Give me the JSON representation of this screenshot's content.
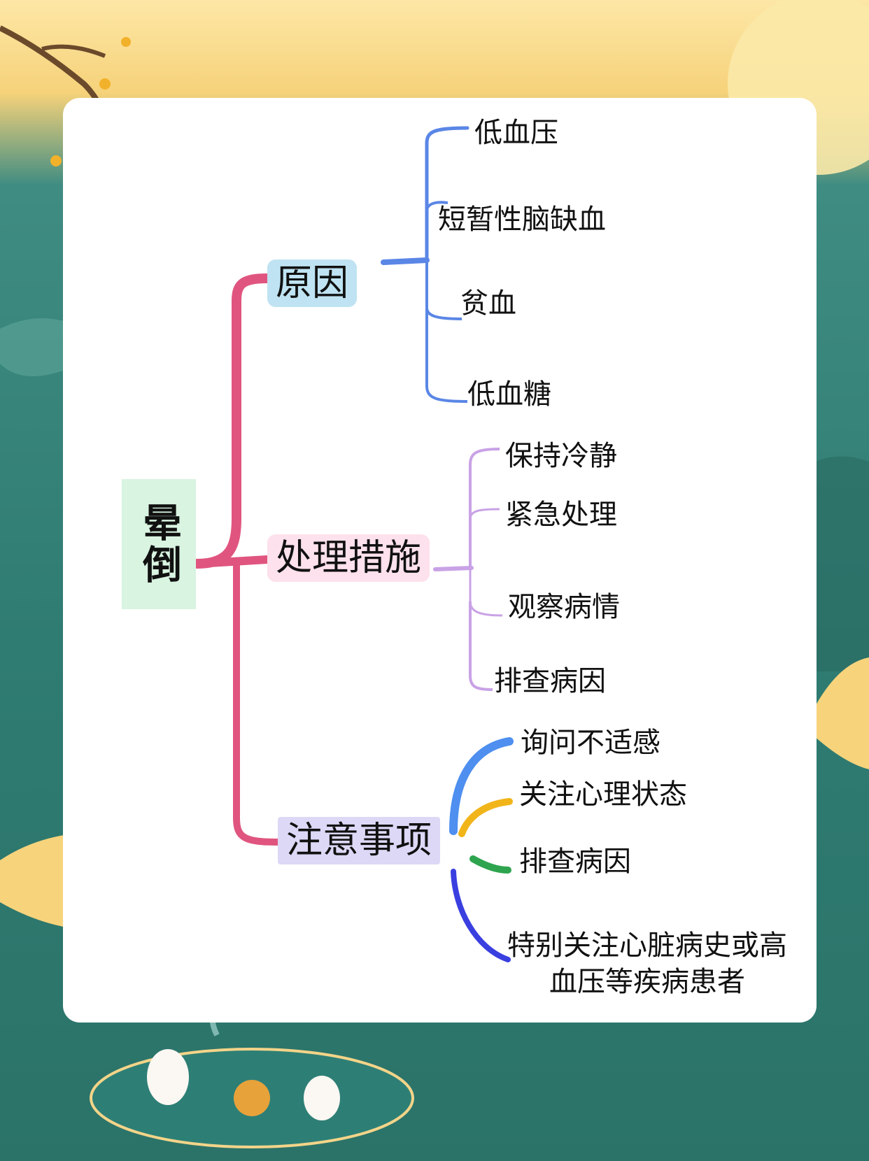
{
  "colors": {
    "root_box": "#d9f4e1",
    "trunk": "#e0557f",
    "cause_box": "#bfe3f2",
    "cause_lines": "#5a86e6",
    "treat_box": "#fde1ec",
    "treat_lines": "#c9a2e6",
    "note_box": "#ddd8f6",
    "note_line_1": "#4e8ff0",
    "note_line_2": "#f1b51a",
    "note_line_3": "#2ea44f",
    "note_line_4": "#3a3fe0"
  },
  "mindmap": {
    "root": "晕倒",
    "branches": [
      {
        "label": "原因",
        "children": [
          "低血压",
          "短暂性脑缺血",
          "贫血",
          "低血糖"
        ]
      },
      {
        "label": "处理措施",
        "children": [
          "保持冷静",
          "紧急处理",
          "观察病情",
          "排查病因"
        ]
      },
      {
        "label": "注意事项",
        "children": [
          "询问不适感",
          "关注心理状态",
          "排查病因",
          "特别关注心脏病史或高",
          "血压等疾病患者"
        ]
      }
    ]
  }
}
